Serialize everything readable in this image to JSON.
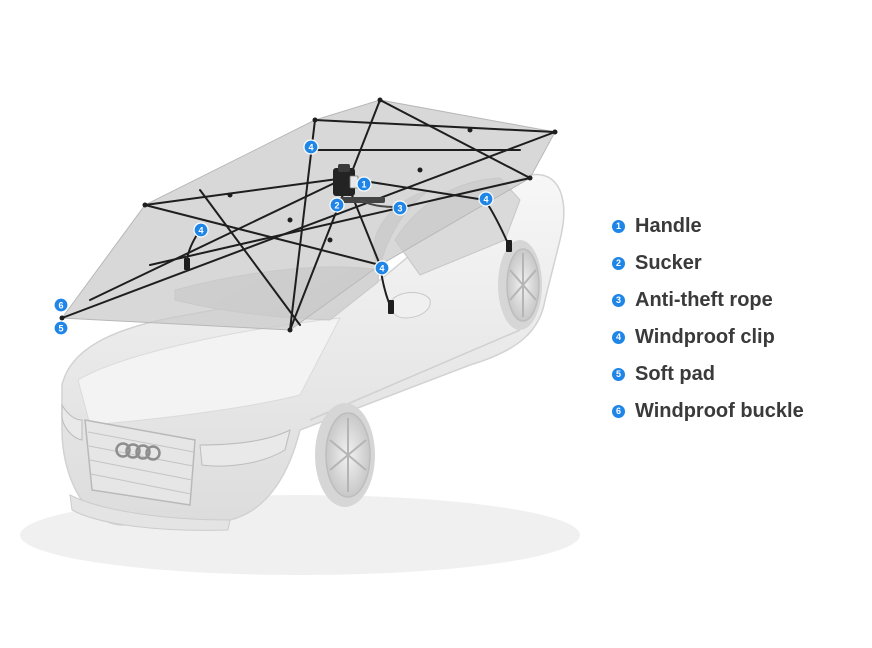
{
  "legend": {
    "items": [
      {
        "number": "1",
        "label": "Handle"
      },
      {
        "number": "2",
        "label": "Sucker"
      },
      {
        "number": "3",
        "label": "Anti-theft rope"
      },
      {
        "number": "4",
        "label": "Windproof clip"
      },
      {
        "number": "5",
        "label": "Soft pad"
      },
      {
        "number": "6",
        "label": "Windproof buckle"
      }
    ]
  },
  "callouts": {
    "handle": "1",
    "sucker": "2",
    "rope": "3",
    "clip_top": "4",
    "clip_left": "4",
    "clip_right": "4",
    "clip_front": "4",
    "buckle": "6",
    "pad": "5"
  },
  "brand_logo": "four-rings-logo",
  "colors": {
    "badge": "#1f86e8",
    "label": "#3a3a3a",
    "canopy": "#c9c9c9",
    "car_body": "#efefef",
    "frame": "#1e1e1e"
  }
}
